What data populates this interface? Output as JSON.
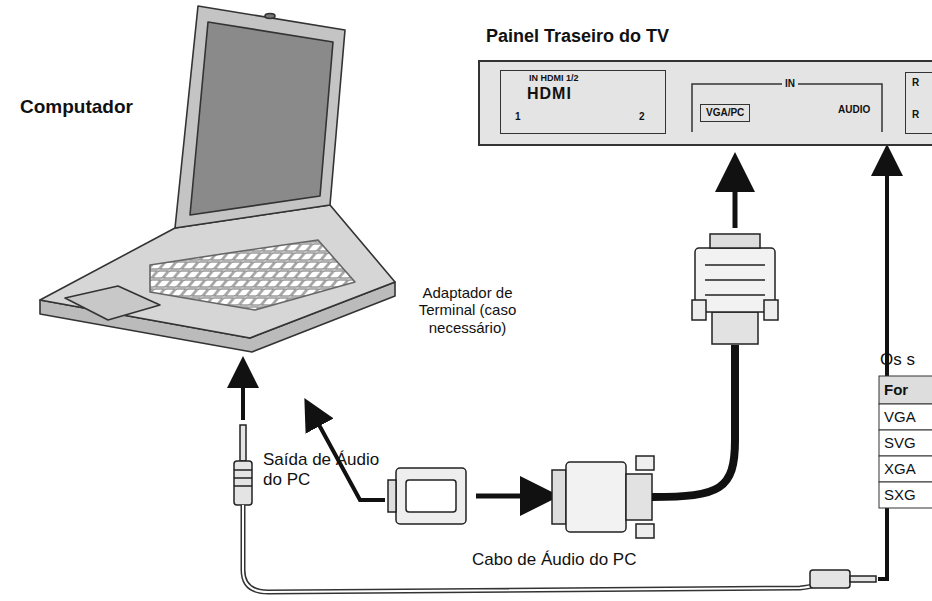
{
  "diagram": {
    "nodes": [
      {
        "text": [
          "Painel Traseiro do TV"
        ]
      },
      {
        "text": [
          "IN HDMI 1/2",
          "HDMI",
          "1",
          "2"
        ],
        "in": 0
      },
      {
        "text": [
          "VGA/PC",
          "IN",
          "AUDIO"
        ],
        "in": 0
      },
      {
        "text": [
          "R",
          "R"
        ],
        "in": 0
      }
    ],
    "labels": [
      "Computador",
      "Adaptador de Terminal (caso necessário)",
      "Saída de Áudio do PC",
      "Cabo de Áudio do PC",
      "Os s",
      "For",
      "VGA",
      "SVG",
      "XGA",
      "SXG"
    ]
  }
}
